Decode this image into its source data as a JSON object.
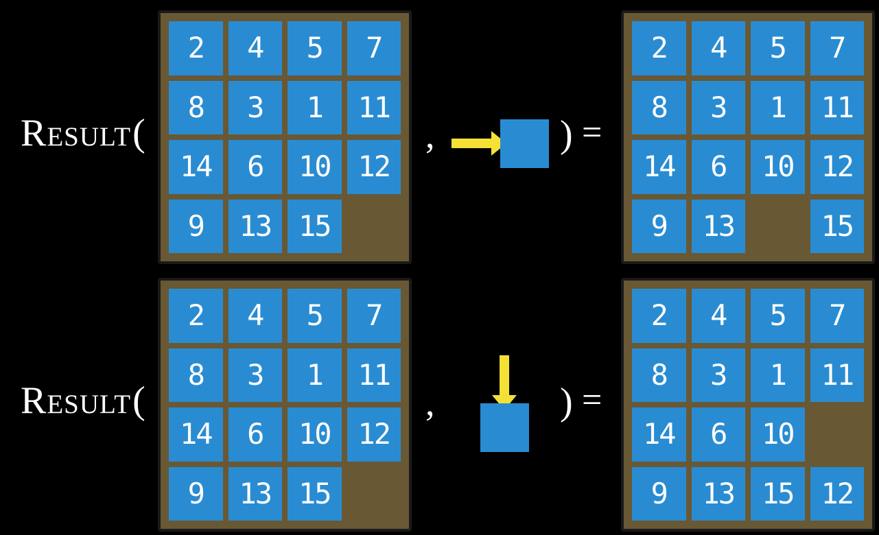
{
  "colors": {
    "background": "#000000",
    "board_background": "#695834",
    "board_border": "#1A1A1A",
    "tile_blue": "#298CD2",
    "tile_text": "#FFFFFF",
    "arrow_yellow": "#F5E136",
    "formula_text": "#FFFFFF"
  },
  "equations": [
    {
      "function_name": "Result",
      "open_paren": "(",
      "comma": ",",
      "action": {
        "icon": "move-right-arrow-icon",
        "direction": "right",
        "tile": "blank-action-tile"
      },
      "close_paren": ")",
      "equals_sign": "=",
      "input_board": [
        [
          2,
          4,
          5,
          7
        ],
        [
          8,
          3,
          1,
          11
        ],
        [
          14,
          6,
          10,
          12
        ],
        [
          9,
          13,
          15,
          null
        ]
      ],
      "output_board": [
        [
          2,
          4,
          5,
          7
        ],
        [
          8,
          3,
          1,
          11
        ],
        [
          14,
          6,
          10,
          12
        ],
        [
          9,
          13,
          null,
          15
        ]
      ]
    },
    {
      "function_name": "Result",
      "open_paren": "(",
      "comma": ",",
      "action": {
        "icon": "move-down-arrow-icon",
        "direction": "down",
        "tile": "blank-action-tile"
      },
      "close_paren": ")",
      "equals_sign": "=",
      "input_board": [
        [
          2,
          4,
          5,
          7
        ],
        [
          8,
          3,
          1,
          11
        ],
        [
          14,
          6,
          10,
          12
        ],
        [
          9,
          13,
          15,
          null
        ]
      ],
      "output_board": [
        [
          2,
          4,
          5,
          7
        ],
        [
          8,
          3,
          1,
          11
        ],
        [
          14,
          6,
          10,
          null
        ],
        [
          9,
          13,
          15,
          12
        ]
      ]
    }
  ]
}
